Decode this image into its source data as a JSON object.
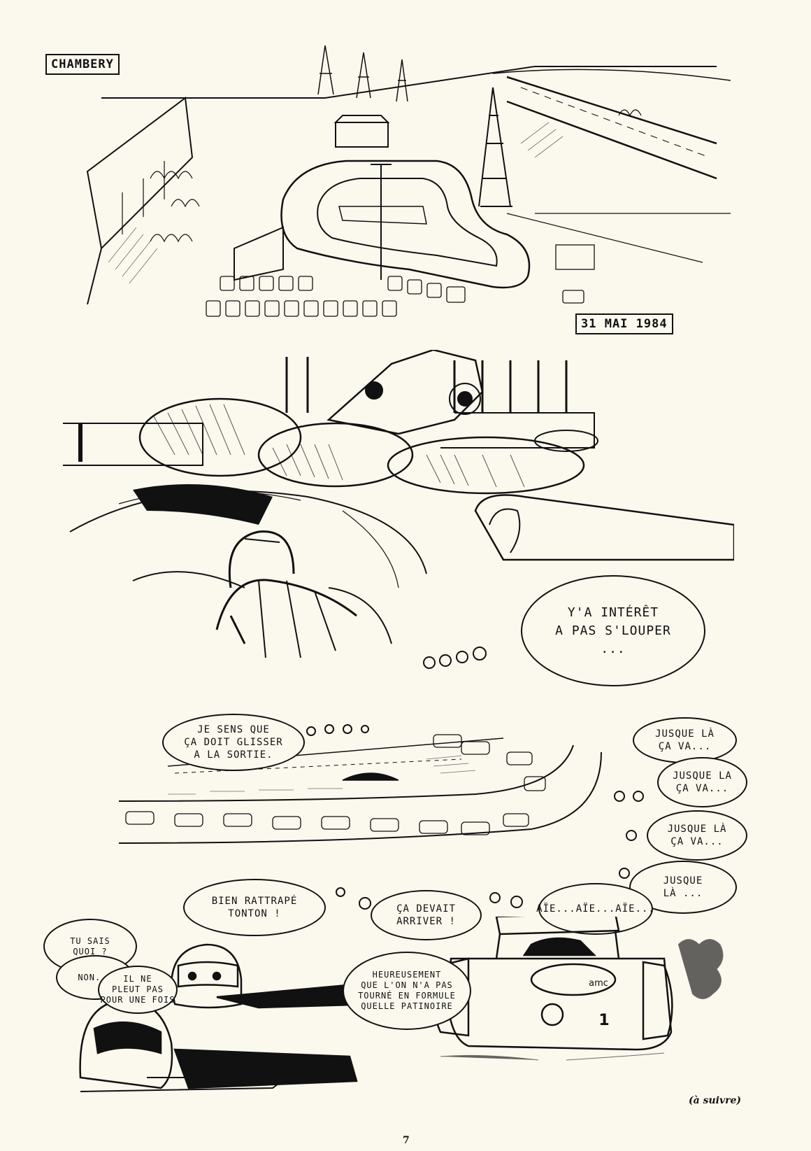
{
  "panel1": {
    "location_caption": "CHAMBERY",
    "date_caption": "31 MAI 1984"
  },
  "panel2": {
    "bubble": "Y'A INTÉRÊT\nA PAS S'LOUPER\n..."
  },
  "panel3": {
    "bubbles": [
      "JE SENS QUE\nÇA DOIT GLISSER\nA LA SORTIE.",
      "JUSQUE LÀ\nÇA VA...",
      "JUSQUE LA\nÇA VA...",
      "JUSQUE LÀ\nÇA VA...",
      "JUSQUE\nLÀ ...",
      "BIEN RATTRAPÉ\nTONTON !",
      "ÇA DEVAIT\nARRIVER !",
      "AÏE...AÏE...AÏE..."
    ]
  },
  "panel4": {
    "bubbles": [
      "TU SAIS\nQUOI ?",
      "NON...",
      "IL NE\nPLEUT PAS\nPOUR UNE FOIS",
      "HEUREUSEMENT\nQUE L'ON N'A PAS\nTOURNÉ EN FORMULE\nQUELLE PATINOIRE"
    ],
    "car_number": "1",
    "car_logo": "amc"
  },
  "footer": {
    "to_be_continued": "(à suivre)",
    "page_number": "7"
  }
}
